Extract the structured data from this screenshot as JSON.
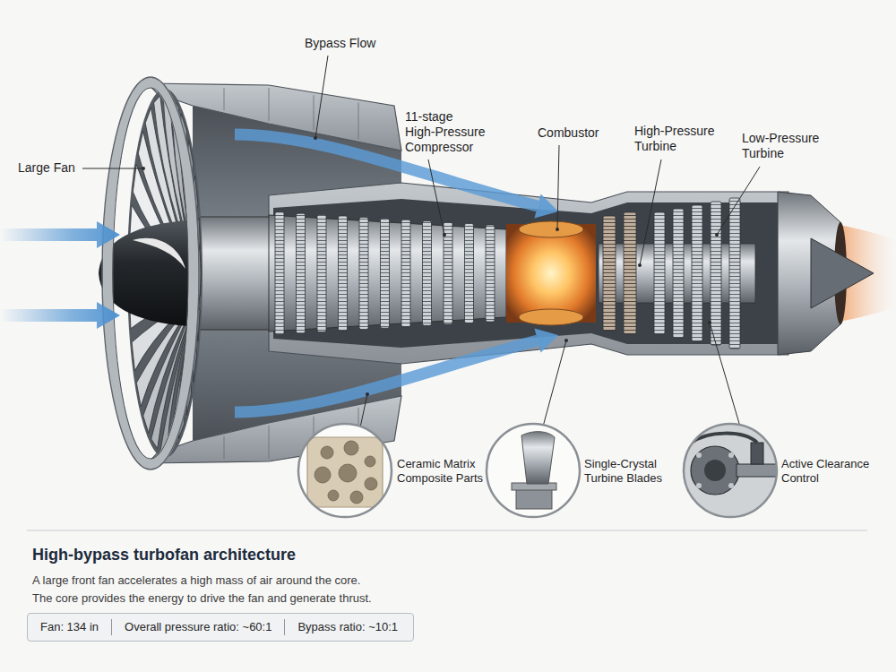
{
  "diagram": {
    "title": "High-bypass turbofan architecture",
    "caption": "A large front fan accelerates a high mass of air around the core. The core provides the energy to drive the fan and generate thrust.",
    "nodes": [
      {
        "text": [
          "Fan: 134 in",
          "Overall pressure ratio: ~60:1",
          "Bypass ratio: ~10:1"
        ]
      }
    ],
    "labels": [
      "Bypass Flow",
      "Large Fan",
      "11-stage High-Pressure Compressor",
      "Combustor",
      "High-Pressure Turbine",
      "Low-Pressure Turbine",
      "Ceramic Matrix Composite Parts",
      "Single-Crystal Turbine Blades",
      "Active Clearance Control"
    ]
  }
}
